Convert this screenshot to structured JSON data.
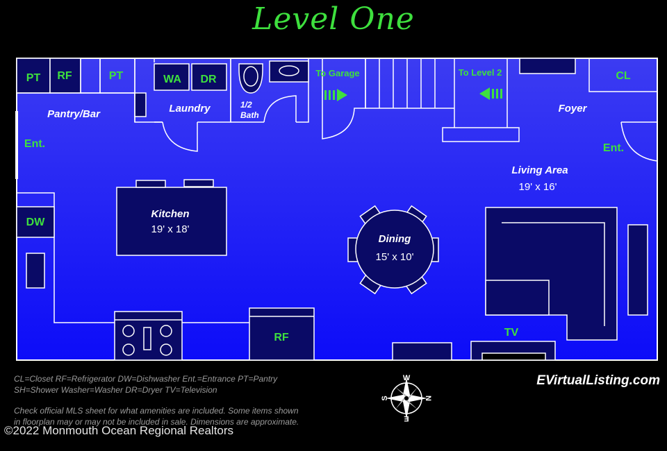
{
  "title": "Level One",
  "rooms": {
    "pantry_bar": "Pantry/Bar",
    "laundry": "Laundry",
    "half_bath": "1/2\nBath",
    "to_garage": "To Garage",
    "to_level2": "To Level 2",
    "foyer": "Foyer",
    "living": {
      "name": "Living Area",
      "dims": "19' x 16'"
    },
    "kitchen": {
      "name": "Kitchen",
      "dims": "19' x 18'"
    },
    "dining": {
      "name": "Dining",
      "dims": "15' x 10'"
    }
  },
  "fixtures": {
    "pt1": "PT",
    "rf1": "RF",
    "pt2": "PT",
    "wa": "WA",
    "dr": "DR",
    "cl": "CL",
    "ent_left": "Ent.",
    "ent_right": "Ent.",
    "dw": "DW",
    "rf2": "RF",
    "tv": "TV"
  },
  "legend": {
    "line1": "CL=Closet RF=Refrigerator  DW=Dishwasher  Ent.=Entrance  PT=Pantry",
    "line2": "SH=Shower Washer=Washer DR=Dryer TV=Television"
  },
  "disclaimer": {
    "line1": "Check official MLS sheet for what amenities are included. Some items shown",
    "line2": "in floorplan may or may not be included in sale. Dimensions are approximate."
  },
  "compass": {
    "n": "N",
    "s": "S",
    "e": "E",
    "w": "W"
  },
  "brand": "EVirtualListing.com",
  "copyright": "©2022 Monmouth Ocean Regional Realtors",
  "colors": {
    "accent": "#3ee03e",
    "floor_top": "#3c3cf2",
    "floor_bottom": "#0c0cf8",
    "furniture": "#0a0a66",
    "wall": "#ffffff"
  }
}
